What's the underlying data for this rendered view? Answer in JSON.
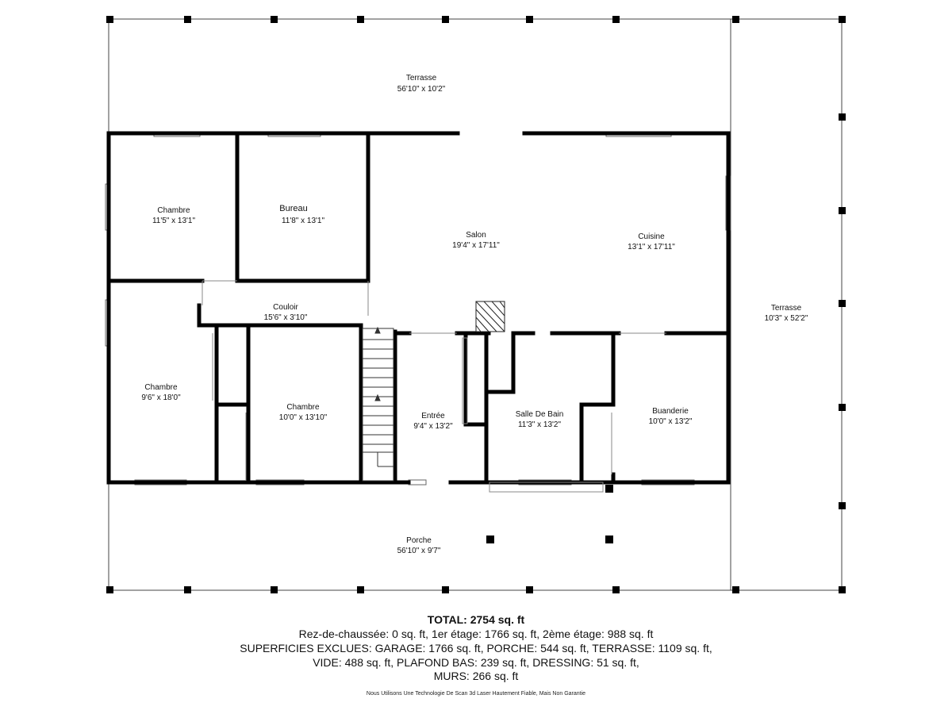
{
  "rooms": {
    "terrasse_top": {
      "name": "Terrasse",
      "dims": "56'10\" x 10'2\""
    },
    "terrasse_right": {
      "name": "Terrasse",
      "dims": "10'3\" x 52'2\""
    },
    "chambre_1": {
      "name": "Chambre",
      "dims": "11'5\" x 13'1\""
    },
    "bureau": {
      "name": "Bureau",
      "dims": "11'8\" x 13'1\""
    },
    "salon": {
      "name": "Salon",
      "dims": "19'4\" x 17'11\""
    },
    "cuisine": {
      "name": "Cuisine",
      "dims": "13'1\" x 17'11\""
    },
    "couloir": {
      "name": "Couloir",
      "dims": "15'6\" x 3'10\""
    },
    "chambre_2": {
      "name": "Chambre",
      "dims": "9'6\" x 18'0\""
    },
    "chambre_3": {
      "name": "Chambre",
      "dims": "10'0\" x 13'10\""
    },
    "entree": {
      "name": "Entrée",
      "dims": "9'4\" x 13'2\""
    },
    "salle_de_bain": {
      "name": "Salle De Bain",
      "dims": "11'3\" x 13'2\""
    },
    "buanderie": {
      "name": "Buanderie",
      "dims": "10'0\" x 13'2\""
    },
    "porche": {
      "name": "Porche",
      "dims": "56'10\" x 9'7\""
    }
  },
  "summary": {
    "total": "TOTAL: 2754 sq. ft",
    "line1": "Rez-de-chaussée: 0 sq. ft, 1er étage: 1766 sq. ft, 2ème étage: 988 sq. ft",
    "line2": "SUPERFICIES EXCLUES: GARAGE: 1766 sq. ft, PORCHE: 544 sq. ft, TERRASSE: 1109 sq. ft,",
    "line3": "VIDE: 488 sq. ft, PLAFOND BAS: 239 sq. ft, DRESSING: 51 sq. ft,",
    "line4": "MURS: 266 sq. ft"
  },
  "disclaimer": "Nous Utilisons Une Technologie De Scan 3d Laser Hautement Fiable, Mais Non Garantie",
  "colors": {
    "wall": "#000000",
    "thin_line": "#555555",
    "background": "#ffffff"
  }
}
